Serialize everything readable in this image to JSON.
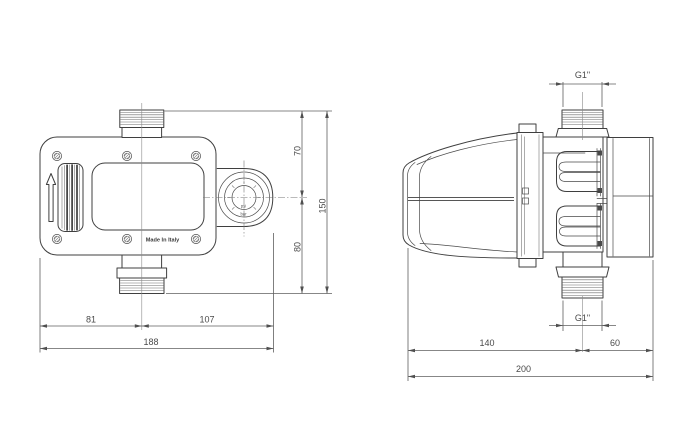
{
  "colors": {
    "background": "#ffffff",
    "outline": "#3f3f3f",
    "dimension": "#5f5f5f"
  },
  "front_view": {
    "made_in_label": "Made In Italy",
    "dial": {
      "unit_primary": "psi",
      "unit_secondary": "bar"
    },
    "dimensions": {
      "top_port_to_dial": "70",
      "dial_to_bottom_port": "80",
      "total_height": "150",
      "left_to_port_center": "81",
      "port_center_to_dial_edge": "107",
      "total_width": "188"
    }
  },
  "side_view": {
    "dimensions": {
      "inlet_thread": "G1\"",
      "outlet_thread": "G1\"",
      "body_depth": "140",
      "port_offset": "60",
      "total_depth": "200"
    }
  }
}
